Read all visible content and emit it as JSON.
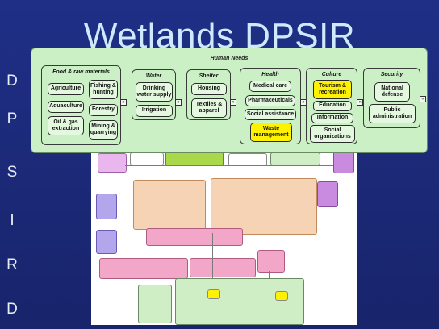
{
  "slide": {
    "title": "Wetlands DPSIR",
    "side_letters": [
      "D",
      "P",
      "S",
      "I",
      "R",
      "D"
    ]
  },
  "panel": {
    "title": "Human Needs",
    "groups": [
      {
        "title": "Food & raw materials",
        "items": [
          "Agriculture",
          "Fishing & hunting",
          "Aquaculture",
          "Forestry",
          "Oil & gas extraction",
          "Mining & quarrying"
        ]
      },
      {
        "title": "Water",
        "items": [
          "Drinking water supply",
          "Irrigation"
        ]
      },
      {
        "title": "Shelter",
        "items": [
          "Housing",
          "Textiles & apparel"
        ]
      },
      {
        "title": "Health",
        "items": [
          "Medical care",
          "Pharmaceuticals",
          "Social assistance",
          "Waste management"
        ]
      },
      {
        "title": "Culture",
        "items": [
          "Tourism & recreation",
          "Education",
          "Information",
          "Social organizations"
        ]
      },
      {
        "title": "Security",
        "items": [
          "National defense",
          "Public administration"
        ]
      }
    ],
    "highlight_color": "#fff200",
    "panel_color": "#ccf0c6"
  }
}
